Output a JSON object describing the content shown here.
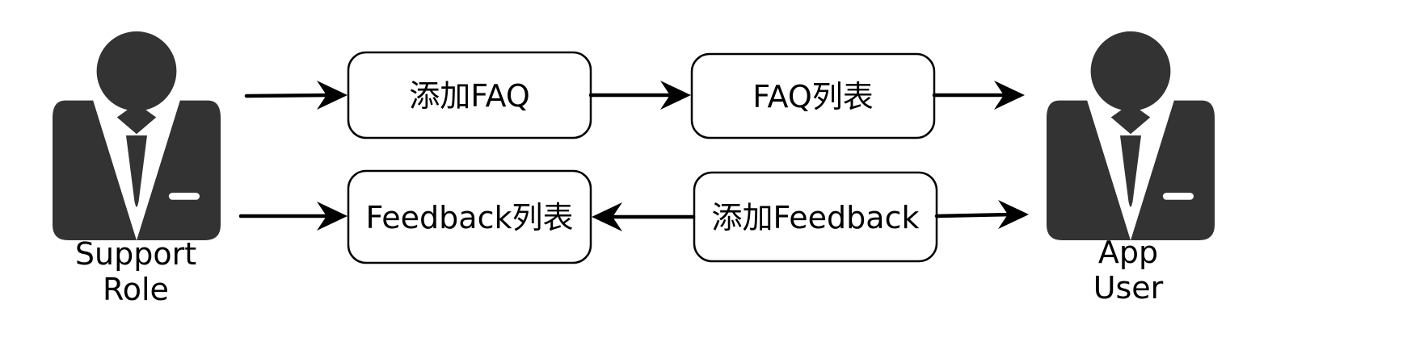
{
  "actors": {
    "support": {
      "label_lines": [
        "Support",
        "Role"
      ],
      "icon": "person-in-suit-icon"
    },
    "app_user": {
      "label_lines": [
        "App",
        "User"
      ],
      "icon": "person-in-suit-icon"
    }
  },
  "boxes": {
    "add_faq": "添加FAQ",
    "faq_list": "FAQ列表",
    "feedback_list": "Feedback列表",
    "add_feedback": "添加Feedback"
  },
  "flows": [
    {
      "from": "support",
      "to": "add_faq"
    },
    {
      "from": "add_faq",
      "to": "faq_list"
    },
    {
      "from": "faq_list",
      "to": "app_user"
    },
    {
      "from": "support",
      "to": "feedback_list"
    },
    {
      "from": "add_feedback",
      "to": "feedback_list"
    },
    {
      "from": "add_feedback",
      "to": "app_user"
    }
  ],
  "colors": {
    "icon_fill": "#333333",
    "icon_shadow": "#1a1a1a",
    "line": "#000000",
    "box_fill": "#ffffff"
  }
}
